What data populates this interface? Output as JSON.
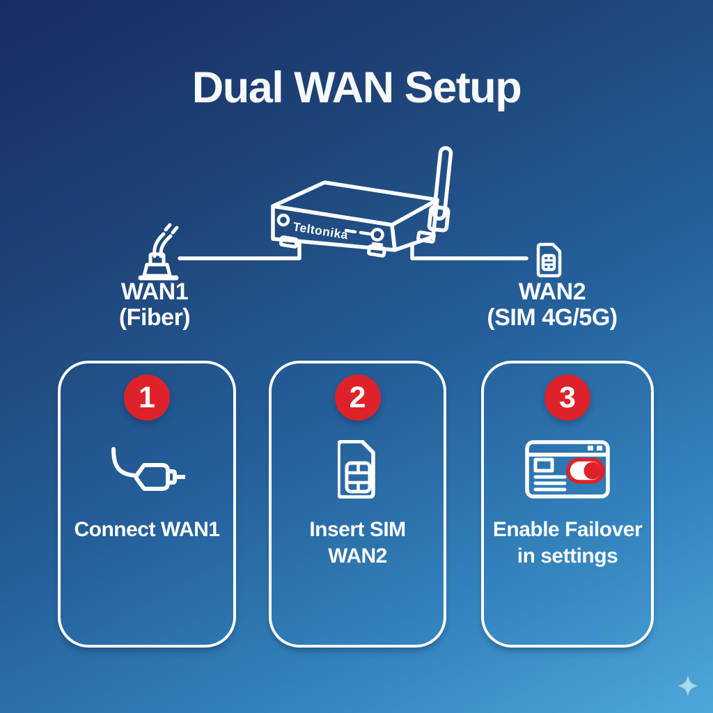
{
  "title": "Dual WAN Setup",
  "router": {
    "brand": "Teltonika"
  },
  "connections": {
    "wan1": {
      "label": "WAN1",
      "sublabel": "(Fiber)"
    },
    "wan2": {
      "label": "WAN2",
      "sublabel": "(SIM 4G/5G)"
    }
  },
  "steps": [
    {
      "number": "1",
      "line1": "Connect WAN1",
      "line2": ""
    },
    {
      "number": "2",
      "line1": "Insert SIM",
      "line2": "WAN2"
    },
    {
      "number": "3",
      "line1": "Enable Failover",
      "line2": "in settings"
    }
  ],
  "colors": {
    "background_top": "#192b64",
    "background_bottom": "#4ea7da",
    "accent_red": "#dd2329",
    "line_white": "#ffffff",
    "sparkle_blue": "#a9d9ef"
  }
}
